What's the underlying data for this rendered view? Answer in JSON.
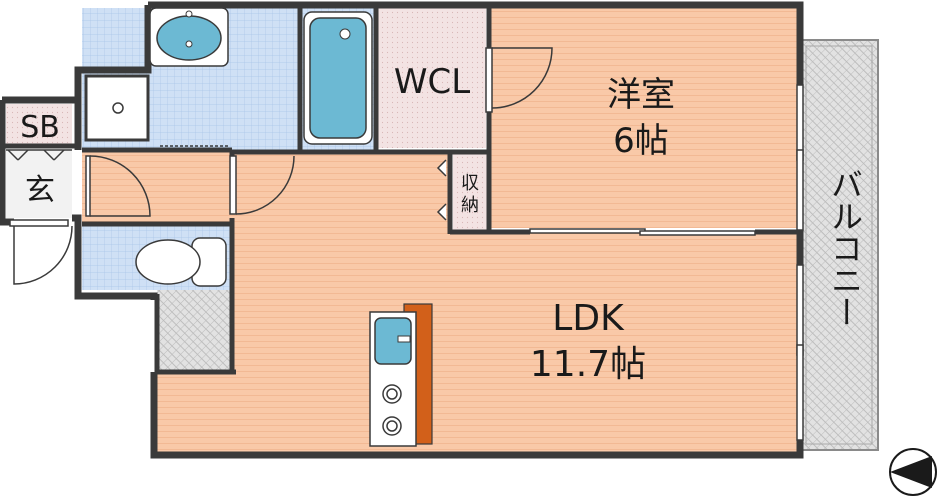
{
  "rooms": {
    "wcl": "WCL",
    "western_room": "洋室",
    "western_size": "6帖",
    "storage_1": "収",
    "storage_2": "納",
    "sb": "SB",
    "entrance": "玄",
    "balcony": "バルコニー",
    "ldk": "LDK",
    "ldk_size": "11.7帖"
  },
  "colors": {
    "floor_wood": "#f9c9a8",
    "tile_blue": "#cfe0f5",
    "wcl_pink": "#f3e3e3",
    "fixture_blue": "#6cb9d3",
    "wall": "#3a3a3a",
    "counter_orange": "#d2601a",
    "gray_hatch": "#d9d9d9"
  },
  "icons": [
    "washbasin-icon",
    "bathtub-icon",
    "washing-machine-pan-icon",
    "toilet-icon",
    "kitchen-sink-icon",
    "stove-icon",
    "compass-icon"
  ]
}
